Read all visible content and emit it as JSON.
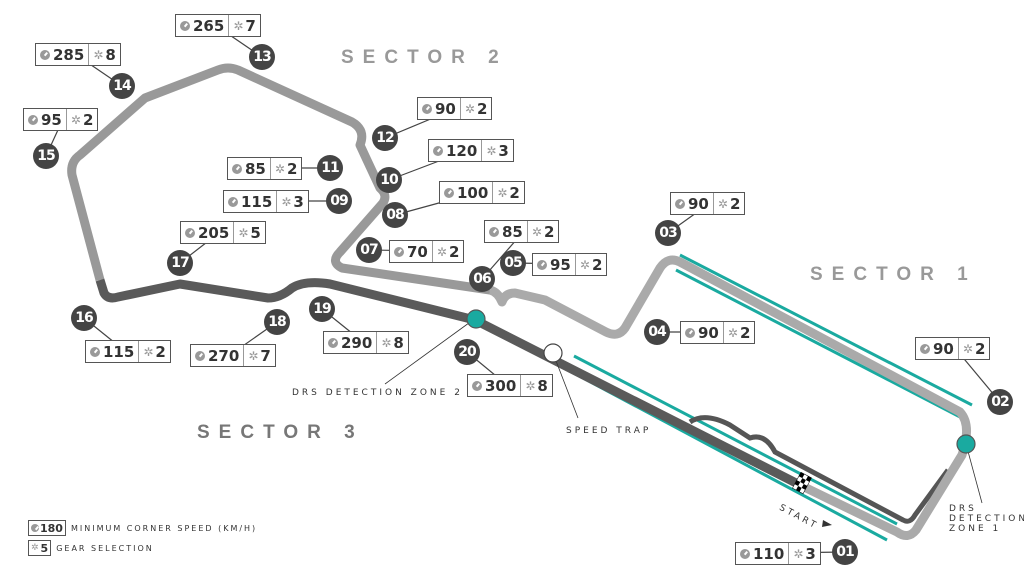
{
  "sectors": [
    "SECTOR 1",
    "SECTOR 2",
    "SECTOR 3"
  ],
  "corners": [
    {
      "number": "01",
      "speed": "110",
      "gear": "3"
    },
    {
      "number": "02",
      "speed": "90",
      "gear": "2"
    },
    {
      "number": "03",
      "speed": "90",
      "gear": "2"
    },
    {
      "number": "04",
      "speed": "90",
      "gear": "2"
    },
    {
      "number": "05",
      "speed": "95",
      "gear": "2"
    },
    {
      "number": "06",
      "speed": "85",
      "gear": "2"
    },
    {
      "number": "07",
      "speed": "70",
      "gear": "2"
    },
    {
      "number": "08",
      "speed": "100",
      "gear": "2"
    },
    {
      "number": "09",
      "speed": "115",
      "gear": "3"
    },
    {
      "number": "10",
      "speed": "120",
      "gear": "3"
    },
    {
      "number": "11",
      "speed": "85",
      "gear": "2"
    },
    {
      "number": "12",
      "speed": "90",
      "gear": "2"
    },
    {
      "number": "13",
      "speed": "265",
      "gear": "7"
    },
    {
      "number": "14",
      "speed": "285",
      "gear": "8"
    },
    {
      "number": "15",
      "speed": "95",
      "gear": "2"
    },
    {
      "number": "16",
      "speed": "115",
      "gear": "2"
    },
    {
      "number": "17",
      "speed": "205",
      "gear": "5"
    },
    {
      "number": "18",
      "speed": "270",
      "gear": "7"
    },
    {
      "number": "19",
      "speed": "290",
      "gear": "8"
    },
    {
      "number": "20",
      "speed": "300",
      "gear": "8"
    }
  ],
  "annotations": {
    "drs_zone_2": "DRS DETECTION ZONE 2",
    "drs_zone_1": [
      "DRS",
      "DETECTION",
      "ZONE 1"
    ],
    "speed_trap": "SPEED TRAP",
    "start": "START"
  },
  "legend": {
    "speed_sample": "180",
    "speed_label": "MINIMUM CORNER SPEED (KM/H)",
    "gear_sample": "5",
    "gear_label": "GEAR SELECTION"
  },
  "colors": {
    "drs": "#1aaaa0",
    "sector_light": "#aaaaaa",
    "sector_mid": "#999999",
    "sector_dark": "#555555"
  }
}
